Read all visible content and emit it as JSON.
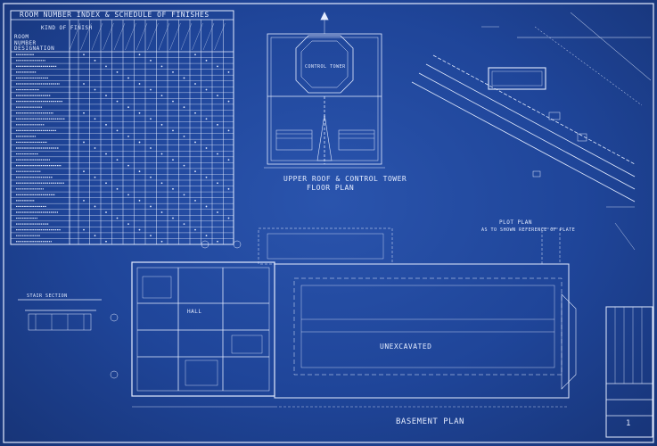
{
  "schedule": {
    "title": "ROOM NUMBER INDEX & SCHEDULE OF FINISHES",
    "header_kind": "KIND OF FINISH",
    "header_room": "ROOM",
    "header_no": "NUMBER",
    "header_designation": "DESIGNATION",
    "room_count": 33
  },
  "upper_roof": {
    "tower_label": "CONTROL TOWER",
    "title": "UPPER ROOF & CONTROL TOWER",
    "subtitle": "FLOOR PLAN"
  },
  "plot_plan": {
    "title": "PLOT PLAN",
    "subtitle": "AS TO SHOWN REFERENCE OF PLATE"
  },
  "basement": {
    "title": "BASEMENT PLAN",
    "unexcavated": "UNEXCAVATED",
    "hall": "HALL",
    "stair_section": "STAIR SECTION"
  },
  "title_block": {
    "drawing_no": "1"
  },
  "colors": {
    "paper": "#1f4599",
    "ink": "#e4ecff"
  }
}
